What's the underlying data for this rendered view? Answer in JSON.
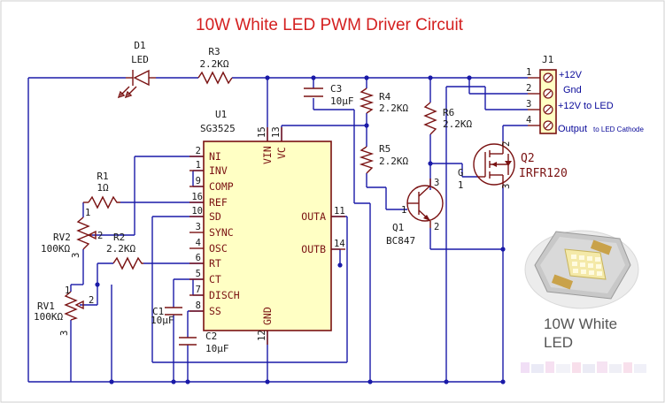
{
  "title": "10W White LED PWM Driver Circuit",
  "d1": {
    "ref": "D1",
    "value": "LED"
  },
  "r3": {
    "ref": "R3",
    "value": "2.2KΩ"
  },
  "c3": {
    "ref": "C3",
    "value": "10µF"
  },
  "r4": {
    "ref": "R4",
    "value": "2.2KΩ"
  },
  "r5": {
    "ref": "R5",
    "value": "2.2KΩ"
  },
  "r6": {
    "ref": "R6",
    "value": "2.2KΩ"
  },
  "u1": {
    "ref": "U1",
    "value": "SG3525",
    "left_pins": [
      {
        "num": "2",
        "name": "NI"
      },
      {
        "num": "1",
        "name": "INV"
      },
      {
        "num": "9",
        "name": "COMP"
      },
      {
        "num": "16",
        "name": "REF"
      },
      {
        "num": "10",
        "name": "SD"
      },
      {
        "num": "3",
        "name": "SYNC"
      },
      {
        "num": "4",
        "name": "OSC"
      },
      {
        "num": "6",
        "name": "RT"
      },
      {
        "num": "5",
        "name": "CT"
      },
      {
        "num": "7",
        "name": "DISCH"
      },
      {
        "num": "8",
        "name": "SS"
      }
    ],
    "top_pins": [
      {
        "num": "15",
        "name": "VIN"
      },
      {
        "num": "13",
        "name": "VC"
      }
    ],
    "right_pins": [
      {
        "num": "11",
        "name": "OUTA"
      },
      {
        "num": "14",
        "name": "OUTB"
      }
    ],
    "bottom_pin": {
      "num": "12",
      "name": "GND"
    }
  },
  "r1": {
    "ref": "R1",
    "value": "1Ω"
  },
  "rv2": {
    "ref": "RV2",
    "value": "100KΩ",
    "pin1": "1",
    "pin2": "2",
    "pin3": "3"
  },
  "r2": {
    "ref": "R2",
    "value": "2.2KΩ"
  },
  "rv1": {
    "ref": "RV1",
    "value": "100KΩ",
    "pin1": "1",
    "pin2": "2",
    "pin3": "3"
  },
  "c1": {
    "ref": "C1",
    "value": "10µF"
  },
  "c2": {
    "ref": "C2",
    "value": "10µF"
  },
  "q1": {
    "ref": "Q1",
    "value": "BC847",
    "pin1": "1",
    "pin2": "2",
    "pin3": "3"
  },
  "q2": {
    "ref": "Q2",
    "value": "IRFR120",
    "pin_g": "G",
    "pin1": "1",
    "pin2": "2",
    "pin3": "3"
  },
  "j1": {
    "ref": "J1",
    "pins": [
      {
        "num": "1",
        "label": "+12V",
        "note": ""
      },
      {
        "num": "2",
        "label": "Gnd",
        "note": ""
      },
      {
        "num": "3",
        "label": "+12V to LED",
        "note": ""
      },
      {
        "num": "4",
        "label": "Output",
        "note": "to LED Cathode"
      }
    ]
  },
  "photo_caption": [
    "10W White",
    "LED"
  ],
  "colors": {
    "wire": "#1a1aa8",
    "component": "#7a1212",
    "title": "#d42020",
    "ic_fill": "#ffffc4"
  }
}
